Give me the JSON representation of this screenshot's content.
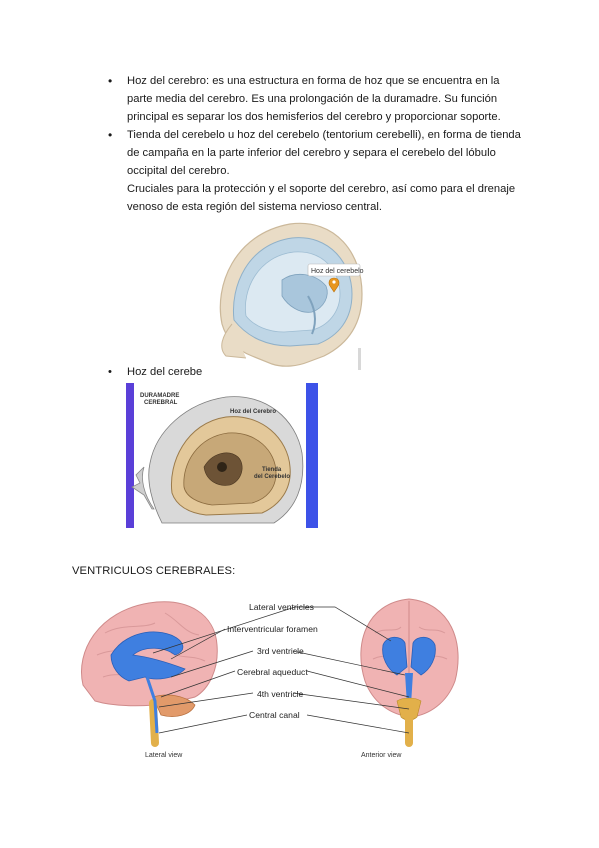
{
  "bullets": [
    {
      "text": "Hoz del cerebro: es una estructura en forma de hoz que se encuentra en la parte media del cerebro. Es una prolongación de la duramadre. Su función principal es separar los dos hemisferios del cerebro y proporcionar soporte."
    },
    {
      "text": "Tienda del cerebelo u hoz del cerebelo (tentorium cerebelli), en forma de tienda de campaña en la parte inferior del cerebro y separa el cerebelo del lóbulo occipital del cerebro.",
      "continuation": "Cruciales para la protección y el soporte del cerebro, así como para el drenaje venoso de esta región del sistema nervioso central."
    }
  ],
  "figure1": {
    "tooltip": "Hoz del cerebelo"
  },
  "bullet3": "Hoz del cerebe",
  "figure2": {
    "label_dura_1": "DURAMADRE",
    "label_dura_2": "CEREBRAL",
    "label_hoz": "Hoz del Cerebro",
    "label_tienda_1": "Tienda",
    "label_tienda_2": "del Cerebelo"
  },
  "section_title": "VENTRICULOS CEREBRALES:",
  "figure3": {
    "labels": {
      "lateral_ventricles": "Lateral ventricles",
      "interventricular_foramen": "Interventricular foramen",
      "third_ventricle": "3rd ventricle",
      "cerebral_aqueduct": "Cerebral aqueduct",
      "fourth_ventricle": "4th ventricle",
      "central_canal": "Central canal",
      "lateral_view": "Lateral view",
      "anterior_view": "Anterior view"
    }
  },
  "colors": {
    "ventricle_blue": "#3f7fe0",
    "brain_pink": "#f0b3b3",
    "skull_bone": "#e9dcc6",
    "dura_blue": "#bfd6e6",
    "marker_orange": "#e8961e"
  }
}
